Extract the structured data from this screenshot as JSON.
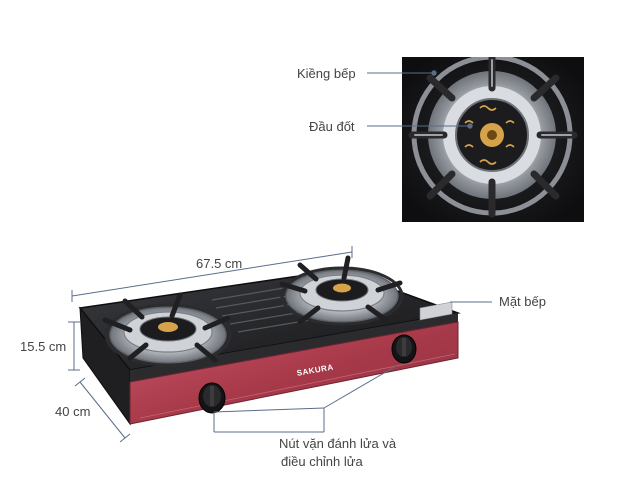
{
  "labels": {
    "grate": "Kiềng bếp",
    "burner": "Đầu đốt",
    "cooktop": "Mặt bếp",
    "width": "67.5 cm",
    "height": "15.5 cm",
    "depth": "40 cm",
    "knob_line1": "Nút vặn đánh lửa và",
    "knob_line2": "điều chỉnh lửa"
  },
  "brand": "SAKURA",
  "colors": {
    "panel_red": "#b4404f",
    "body_black": "#1b1b1d",
    "steel": "#c9ccd0",
    "brass": "#d7a34a",
    "dim_line": "#5a6c8a"
  }
}
